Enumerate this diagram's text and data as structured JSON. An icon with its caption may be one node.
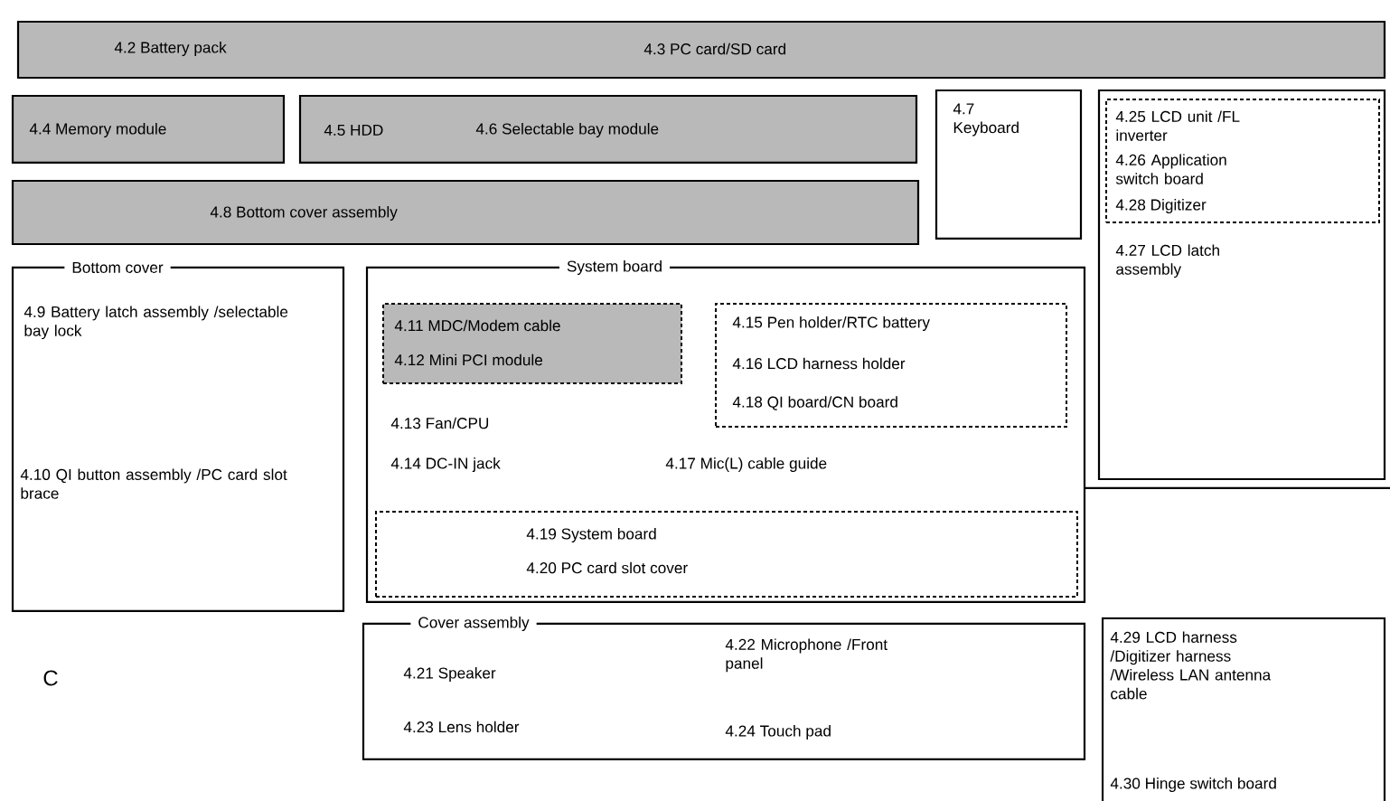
{
  "diagram": {
    "nodes": [
      {
        "text": [
          "4.2 Battery pack",
          "4.3 PC card/SD card"
        ]
      },
      {
        "text": [
          "4.4 Memory module"
        ]
      },
      {
        "text": [
          "4.5 HDD",
          "4.6 Selectable bay module"
        ]
      },
      {
        "text": [
          "4.7 Keyboard"
        ]
      },
      {
        "text": [
          "4.8 Bottom cover assembly"
        ]
      },
      {
        "text": [
          "Bottom cover",
          "4.9 Battery latch assembly /selectable bay lock",
          "4.10 QI button assembly /PC card slot brace"
        ]
      },
      {
        "text": [
          "System board",
          "4.13 Fan/CPU",
          "4.14 DC-IN jack",
          "4.17 Mic(L) cable guide"
        ]
      },
      {
        "text": [
          "4.11 MDC/Modem cable",
          "4.12 Mini PCI module"
        ],
        "in": 6
      },
      {
        "text": [
          "4.15 Pen holder/RTC battery",
          "4.16 LCD harness holder",
          "4.18 QI board/CN board"
        ],
        "in": 6
      },
      {
        "text": [
          "4.19 System board",
          "4.20 PC card slot cover"
        ],
        "in": 6
      },
      {
        "text": [
          "4.27 LCD latch assembly"
        ]
      },
      {
        "text": [
          "4.25 LCD unit /FL inverter",
          "4.26 Application switch board",
          "4.28 Digitizer"
        ],
        "in": 10
      },
      {
        "text": [
          "Cover assembly",
          "4.21 Speaker",
          "4.22 Microphone /Front panel",
          "4.23 Lens holder",
          "4.24 Touch pad"
        ]
      },
      {
        "text": [
          "4.29 LCD harness /Digitizer harness /Wireless LAN antenna cable",
          "4.30 Hinge switch board"
        ]
      }
    ],
    "labels": [
      "C"
    ]
  }
}
